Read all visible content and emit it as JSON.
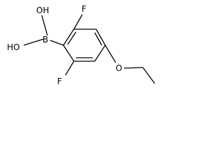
{
  "molecule": {
    "atoms": {
      "boron": "B",
      "hydroxyl_top": "OH",
      "hydroxyl_left": "HO",
      "fluorine_top": "F",
      "fluorine_bottom": "F",
      "ether_oxygen": "O"
    },
    "colors": {
      "bond": "#000000",
      "label": "#000000",
      "background": "#ffffff"
    }
  }
}
